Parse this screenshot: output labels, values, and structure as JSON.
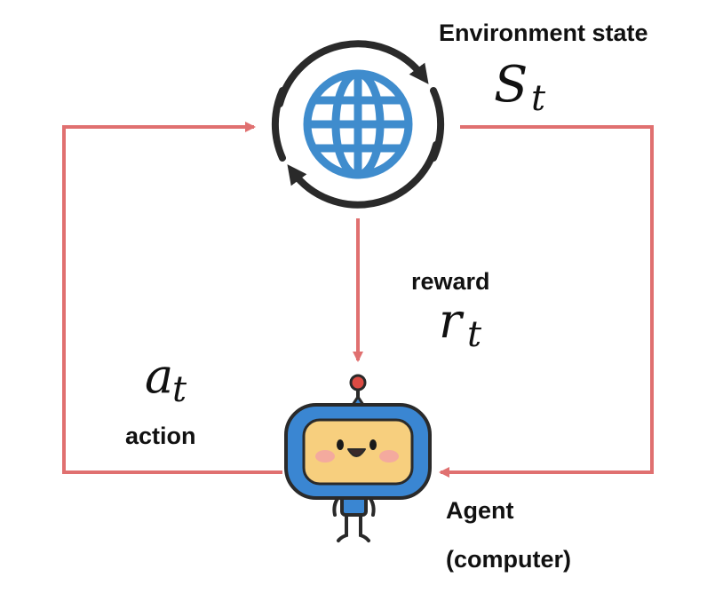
{
  "labels": {
    "environment_state": "Environment state",
    "state_symbol": "S",
    "state_subscript": "t",
    "reward": "reward",
    "reward_symbol": "r",
    "reward_subscript": "t",
    "action_symbol": "a",
    "action_subscript": "t",
    "action": "action",
    "agent_line1": "Agent",
    "agent_line2": "(computer)"
  },
  "colors": {
    "arrow": "#e07070",
    "cycle": "#2a2a2a",
    "globe": "#3f8ccd",
    "robot_frame": "#3a86d2",
    "robot_face": "#f7cf7e",
    "robot_antenna": "#dc4b43",
    "text": "#111111"
  },
  "icons": {
    "environment": "globe-icon",
    "cycle": "refresh-cycle-icon",
    "agent": "robot-icon"
  }
}
